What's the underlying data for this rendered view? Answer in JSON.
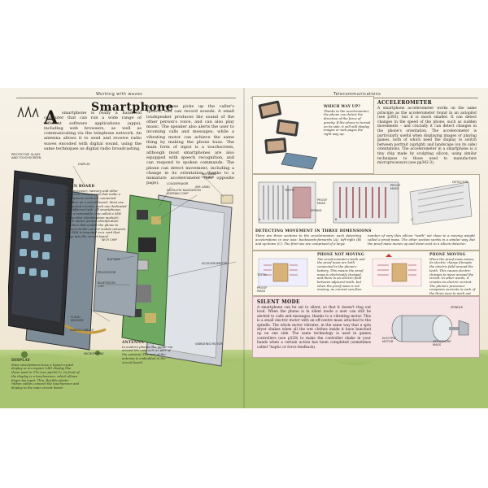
{
  "left_page": {
    "running_head": "Working with waves",
    "title": "Smartphone",
    "drop_cap": "A",
    "intro": "smartphone is really a handheld computer that can run a wide range of different software applications (apps), including web browsers, as well as communicating via the telephone network. An antenna allows it to send and receive radio waves encoded with digital sound, using the same techniques as digital radio broadcasting.",
    "col2": "A microphone picks up the caller's speech, and can record sounds. A small loudspeaker produces the sound of the other person's voice, and can also play music. The speaker also alerts the user to incoming calls and messages, while a vibrating motor can achieve the same thing by making the phone buzz. The main form of input is a touchscreen, although most smartphones are also equipped with speech recognition, and can respond to spoken commands. The phone can detect movement, including a change in its orientation, thanks to a miniature accelerometer (see opposite page).",
    "labels": {
      "protective_glass": "Protective glass and touchscreen",
      "display": "Display",
      "loudspeaker": "Loudspeaker",
      "satellite_nav": "Satellite navigation (SatNav) chip",
      "sim_card_holder": "SIM card holder",
      "sim_card": "SIM card",
      "wifi_chip": "Wi-Fi chip",
      "battery": "Battery",
      "processor": "Processor",
      "bluetooth": "Bluetooth chip",
      "accelerometer": "Accelerometer",
      "flash_memory": "Flash memory",
      "ribbon_cables": "Ribbon cables",
      "microphone": "Microphone",
      "antenna": "Antenna",
      "vibrating_motor": "Vibrating motor"
    },
    "main_board": {
      "heading": "Main board",
      "text": "The processor, memory and other electronic components that make a smartphone work are connected together on a circuit board. Most use integrated circuits, each one dedicated to a different task. All smartphones have a removable chip called a SIM (subscriber identification module), which stores unique identification numbers that enable the phone to connect to the correct mobile network. The SIM is mounted on a card that plugs into the circuit board."
    },
    "display_callout": {
      "heading": "Display",
      "text": "Most smartphones have a liquid crystal display or an organic LED display like those used in TVs (see pp290-1). In front of the display is a touchscreen, which allows finger-tip input. Thin, flexible plastic ribbon cables connect the touchscreen and display to the main circuit board."
    },
    "antenna_callout": {
      "heading": "Antenna",
      "text": "In modern phones the metal rim around the case acts as part of the antenna. The rest of the antenna is embedded in the circuit board."
    }
  },
  "right_page": {
    "running_head": "Telecommunications",
    "which_way_up": {
      "heading": "Which way up?",
      "text": "Thanks to the accelerometer, the phone can detect the direction of the force of gravity. If the phone is turned on its side, it will still display images or web pages the right way up."
    },
    "accelerometer": {
      "heading": "Accelerometer",
      "text": "A smartphone accelerometer works on the same principle as the accelerometer found in an autopilot (see p393), but it is much smaller. It can detect changes in the speed of the phone, such as sudden movements – and crucially it can detect changes in the phone's orientation. The accelerometer is particularly useful when displaying images or playing games, both of which need the display to switch between portrait (upright) and landscape (on its side) orientations. The accelerometer in a smartphone is a tiny chip made by sculpting silicon, using similar techniques to those used to manufacture microprocessors (see pp342-3)."
    },
    "diagram_labels": {
      "teeth": "Teeth",
      "proof_mass": "Proof mass",
      "spring": "Spring",
      "detector": "Detector",
      "a": "A",
      "b": "B",
      "c": "C"
    },
    "three_dimensions": {
      "heading": "Detecting movement in three dimensions",
      "text_left": "There are three sections to the accelerometer, each detecting accelerations in one axis: backwards-forwards (A), left-right (B) and up-down (C). The first two are comprised of a large",
      "text_right": "number of very thin silicon \"teeth\" set close to a moving weight called a proof mass. The other section works in a similar way, but the proof mass moves up and down next to a silicon detector."
    },
    "not_moving": {
      "heading": "Phone not moving",
      "text": "The accelerometer's teeth and the proof mass are both connected to the phone's battery. This means the proof mass is electrically charged, and there is an electric field between adjacent teeth, but when the proof mass is not moving, no current can flow."
    },
    "moving": {
      "heading": "Phone moving",
      "text": "When the proof mass moves, its electric charge disrupts the electric field around the teeth. This causes electric charges to move around the circuit. In other words, it creates an electric current. The phone's processor compares currents in each of the three axes to work out how much the phone is moving and in which direction."
    },
    "silent_mode": {
      "heading": "Silent mode",
      "text": "A smartphone can be set to silent, so that it doesn't ring out loud. When the phone is in silent mode a user can still be alerted to calls and messages, thanks to a vibrating motor. This is a small electric motor with an off-centre mass attached to the spindle. The whole motor vibrates, in the same way that a spin dryer shakes when all the wet clothes inside it have bunched up on one side. The same technology is used in games controllers (see p328) to make the controller shake in your hands when a certain action has been completed (sometimes called \"haptic or force feedback)."
    },
    "motor_labels": {
      "spindle": "Spindle",
      "electric_motor": "Electric motor",
      "off_centre_mass": "Off-centre mass"
    }
  },
  "colors": {
    "paper": "#f4ede0",
    "grass": "#8bb04c",
    "pink_box": "#f6e3e3",
    "circuit_green": "#6fa860"
  }
}
